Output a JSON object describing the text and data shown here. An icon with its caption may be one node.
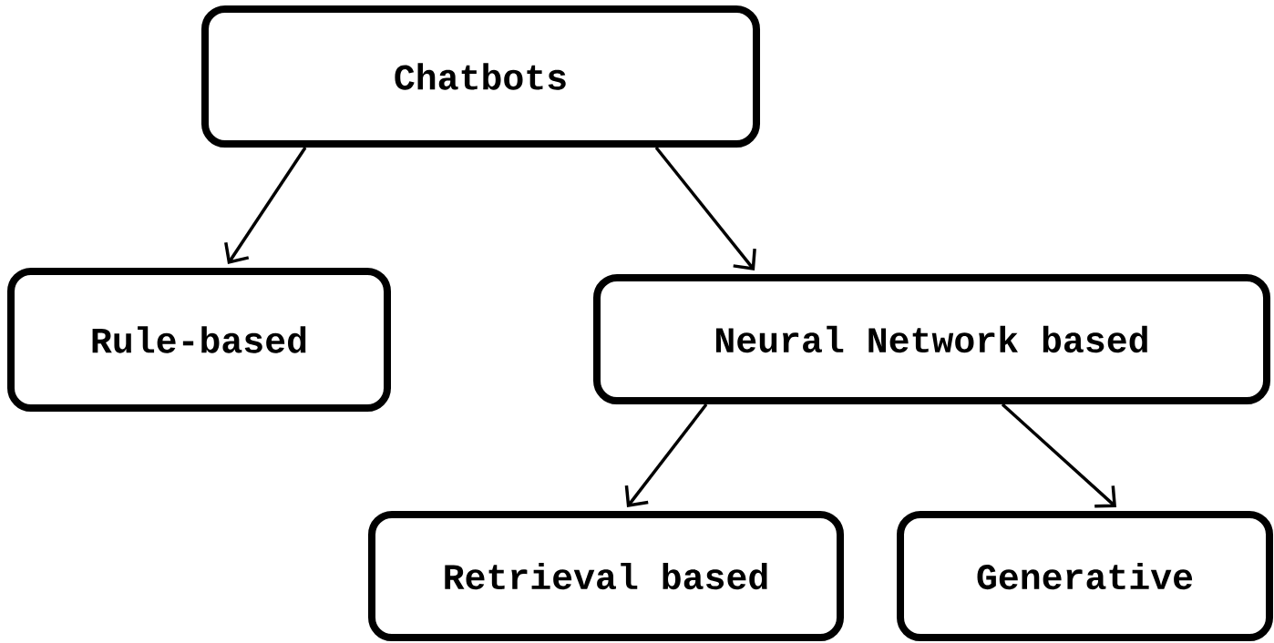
{
  "diagram": {
    "nodes": [
      {
        "text": [
          "Chatbots"
        ]
      },
      {
        "text": [
          "Rule-based"
        ]
      },
      {
        "text": [
          "Neural Network based"
        ]
      },
      {
        "text": [
          "Retrieval based"
        ]
      },
      {
        "text": [
          "Generative"
        ]
      }
    ],
    "edges": [
      {
        "from": 0,
        "to": 1,
        "arrow": "to"
      },
      {
        "from": 0,
        "to": 2,
        "arrow": "to"
      },
      {
        "from": 2,
        "to": 3,
        "arrow": "to"
      },
      {
        "from": 2,
        "to": 4,
        "arrow": "to"
      }
    ]
  }
}
